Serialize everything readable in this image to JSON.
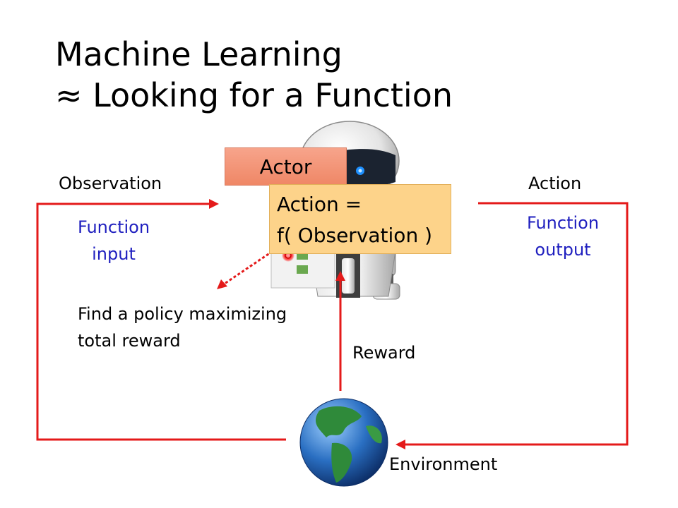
{
  "slide": {
    "title_line1": "Machine Learning",
    "title_line2": "≈ Looking for a Function"
  },
  "diagram": {
    "observation_label": "Observation",
    "function_input_line1": "Function",
    "function_input_line2": "input",
    "action_label": "Action",
    "function_output_line1": "Function",
    "function_output_line2": "output",
    "actor_label": "Actor",
    "function_line1": "Action =",
    "function_line2": "f( Observation )",
    "policy_line1": "Find a policy maximizing",
    "policy_line2": "total reward",
    "reward_label": "Reward",
    "environment_label": "Environment"
  },
  "colors": {
    "arrow": "#e41a1a",
    "blue_text": "#1f1fbf",
    "actor_fill": "#f29878",
    "function_fill": "#fdd38a"
  }
}
